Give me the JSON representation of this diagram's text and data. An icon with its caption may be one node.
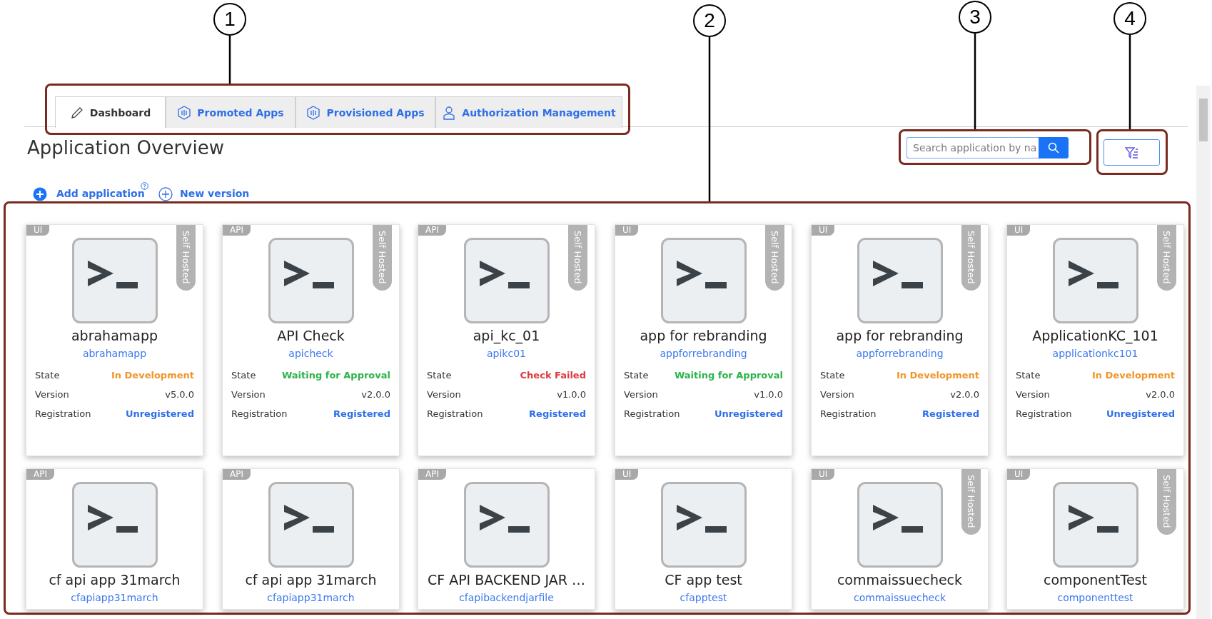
{
  "diagram": {
    "nodes": [
      {
        "text": [
          "1"
        ]
      },
      {
        "text": [
          "2"
        ]
      },
      {
        "text": [
          "3"
        ]
      },
      {
        "text": [
          "4"
        ]
      },
      {
        "text": [],
        "shape": "box"
      },
      {
        "text": [
          "Dashboard"
        ],
        "in": 4
      },
      {
        "text": [
          "Promoted Apps"
        ],
        "in": 4
      },
      {
        "text": [
          "Provisioned Apps"
        ],
        "in": 4
      },
      {
        "text": [
          "Authorization Management"
        ],
        "in": 4
      },
      {
        "text": [],
        "shape": "box"
      },
      {
        "text": [
          "Search application by na"
        ],
        "in": 9
      },
      {
        "text": [],
        "shape": "box"
      },
      {
        "text": [],
        "shape": "box",
        "in": 11
      },
      {
        "text": [],
        "shape": "box"
      },
      {
        "text": [
          "UI",
          "Self Hosted",
          "abrahamapp",
          "abrahamapp",
          "State",
          "In Development",
          "Version",
          "v5.0.0",
          "Registration",
          "Unregistered"
        ],
        "in": 13
      },
      {
        "text": [
          "API",
          "Self Hosted",
          "API Check",
          "apicheck",
          "State",
          "Waiting for Approval",
          "Version",
          "v2.0.0",
          "Registration",
          "Registered"
        ],
        "in": 13
      },
      {
        "text": [
          "API",
          "Self Hosted",
          "api_kc_01",
          "apikc01",
          "State",
          "Check Failed",
          "Version",
          "v1.0.0",
          "Registration",
          "Registered"
        ],
        "in": 13
      },
      {
        "text": [
          "UI",
          "Self Hosted",
          "app for rebranding",
          "appforrebranding",
          "State",
          "Waiting for Approval",
          "Version",
          "v1.0.0",
          "Registration",
          "Unregistered"
        ],
        "in": 13
      },
      {
        "text": [
          "UI",
          "Self Hosted",
          "app for rebranding",
          "appforrebranding",
          "State",
          "In Development",
          "Version",
          "v2.0.0",
          "Registration",
          "Registered"
        ],
        "in": 13
      },
      {
        "text": [
          "UI",
          "Self Hosted",
          "ApplicationKC_101",
          "applicationkc101",
          "State",
          "In Development",
          "Version",
          "v2.0.0",
          "Registration",
          "Unregistered"
        ],
        "in": 13
      },
      {
        "text": [
          "API",
          "cf api app 31march",
          "cfapiapp31march"
        ],
        "in": 13
      },
      {
        "text": [
          "API",
          "cf api app 31march",
          "cfapiapp31march"
        ],
        "in": 13
      },
      {
        "text": [
          "API",
          "CF API BACKEND JAR …",
          "cfapibackendjarfile"
        ],
        "in": 13
      },
      {
        "text": [
          "UI",
          "CF app test",
          "cfapptest"
        ],
        "in": 13
      },
      {
        "text": [
          "UI",
          "Self Hosted",
          "commaissuecheck",
          "commaissuecheck"
        ],
        "in": 13
      },
      {
        "text": [
          "UI",
          "Self Hosted",
          "componentTest",
          "componenttest"
        ],
        "in": 13
      }
    ],
    "edges": [
      {
        "from": 0,
        "to": 4,
        "arrow": "none"
      },
      {
        "from": 1,
        "to": 13,
        "arrow": "none"
      },
      {
        "from": 2,
        "to": 9,
        "arrow": "none"
      },
      {
        "from": 3,
        "to": 11,
        "arrow": "none"
      }
    ],
    "labels": [
      "Application Overview",
      "Add application",
      "New version"
    ]
  }
}
